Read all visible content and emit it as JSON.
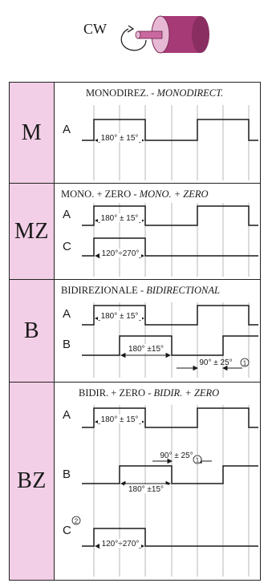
{
  "header": {
    "rotation_label": "CW",
    "icon": "rotary-encoder-cylinder-icon"
  },
  "colors": {
    "code_cell_bg": "#f2cfe6",
    "line": "#1a1a1a",
    "cylinder": "#b0407e"
  },
  "sections": [
    {
      "code": "M",
      "title_it": "MONODIREZ.",
      "title_sep": " - ",
      "title_en": "MONODIRECT.",
      "channels": [
        "A"
      ],
      "annotations": [
        "180° ± 15°"
      ]
    },
    {
      "code": "MZ",
      "title_it": "MONO. + ZERO",
      "title_sep": " - ",
      "title_en": "MONO. + ZERO",
      "channels": [
        "A",
        "C"
      ],
      "annotations": [
        "180° ± 15°",
        "120°÷270°"
      ]
    },
    {
      "code": "B",
      "title_it": "BIDIREZIONALE",
      "title_sep": " - ",
      "title_en": "BIDIRECTIONAL",
      "channels": [
        "A",
        "B"
      ],
      "annotations": [
        "180° ± 15°",
        "180° ±15°",
        "90° ± 25°"
      ],
      "note_marker": "1"
    },
    {
      "code": "BZ",
      "title_it": "BIDIR. + ZERO",
      "title_sep": " - ",
      "title_en": "BIDIR. + ZERO",
      "channels": [
        "A",
        "B",
        "C"
      ],
      "annotations": [
        "180° ± 15°",
        "90° ± 25°",
        "180° ±15°",
        "120°÷270°"
      ],
      "note_marker": "1",
      "c_marker": "2"
    }
  ]
}
